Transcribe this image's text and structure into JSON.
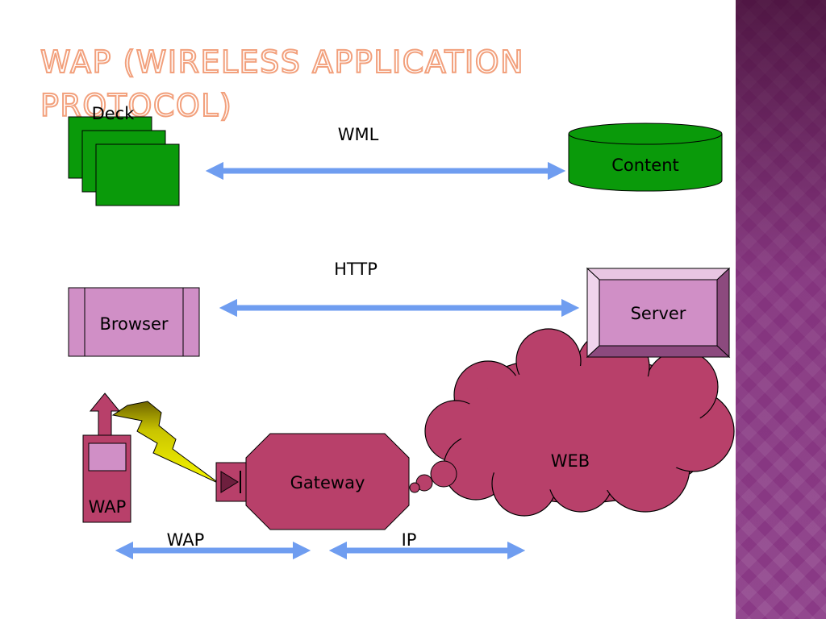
{
  "title": "WAP (Wireless Application Protocol)",
  "labels": {
    "deck": "Deck",
    "wml": "WML",
    "content": "Content",
    "http": "HTTP",
    "browser": "Browser",
    "server": "Server",
    "web": "WEB",
    "gateway": "Gateway",
    "phone": "WAP",
    "wap_link": "WAP",
    "ip_link": "IP"
  },
  "colors": {
    "green": "#0a9a0a",
    "pink": "#d08fc6",
    "crimson": "#b8406a",
    "arrow_blue": "#6f9df0",
    "bolt_yellow": "#f5f500",
    "sidebar_purple": "#8a3a86"
  },
  "icons": [
    "lightning-bolt-icon",
    "antenna-arrow-icon",
    "play-arrow-icon"
  ]
}
